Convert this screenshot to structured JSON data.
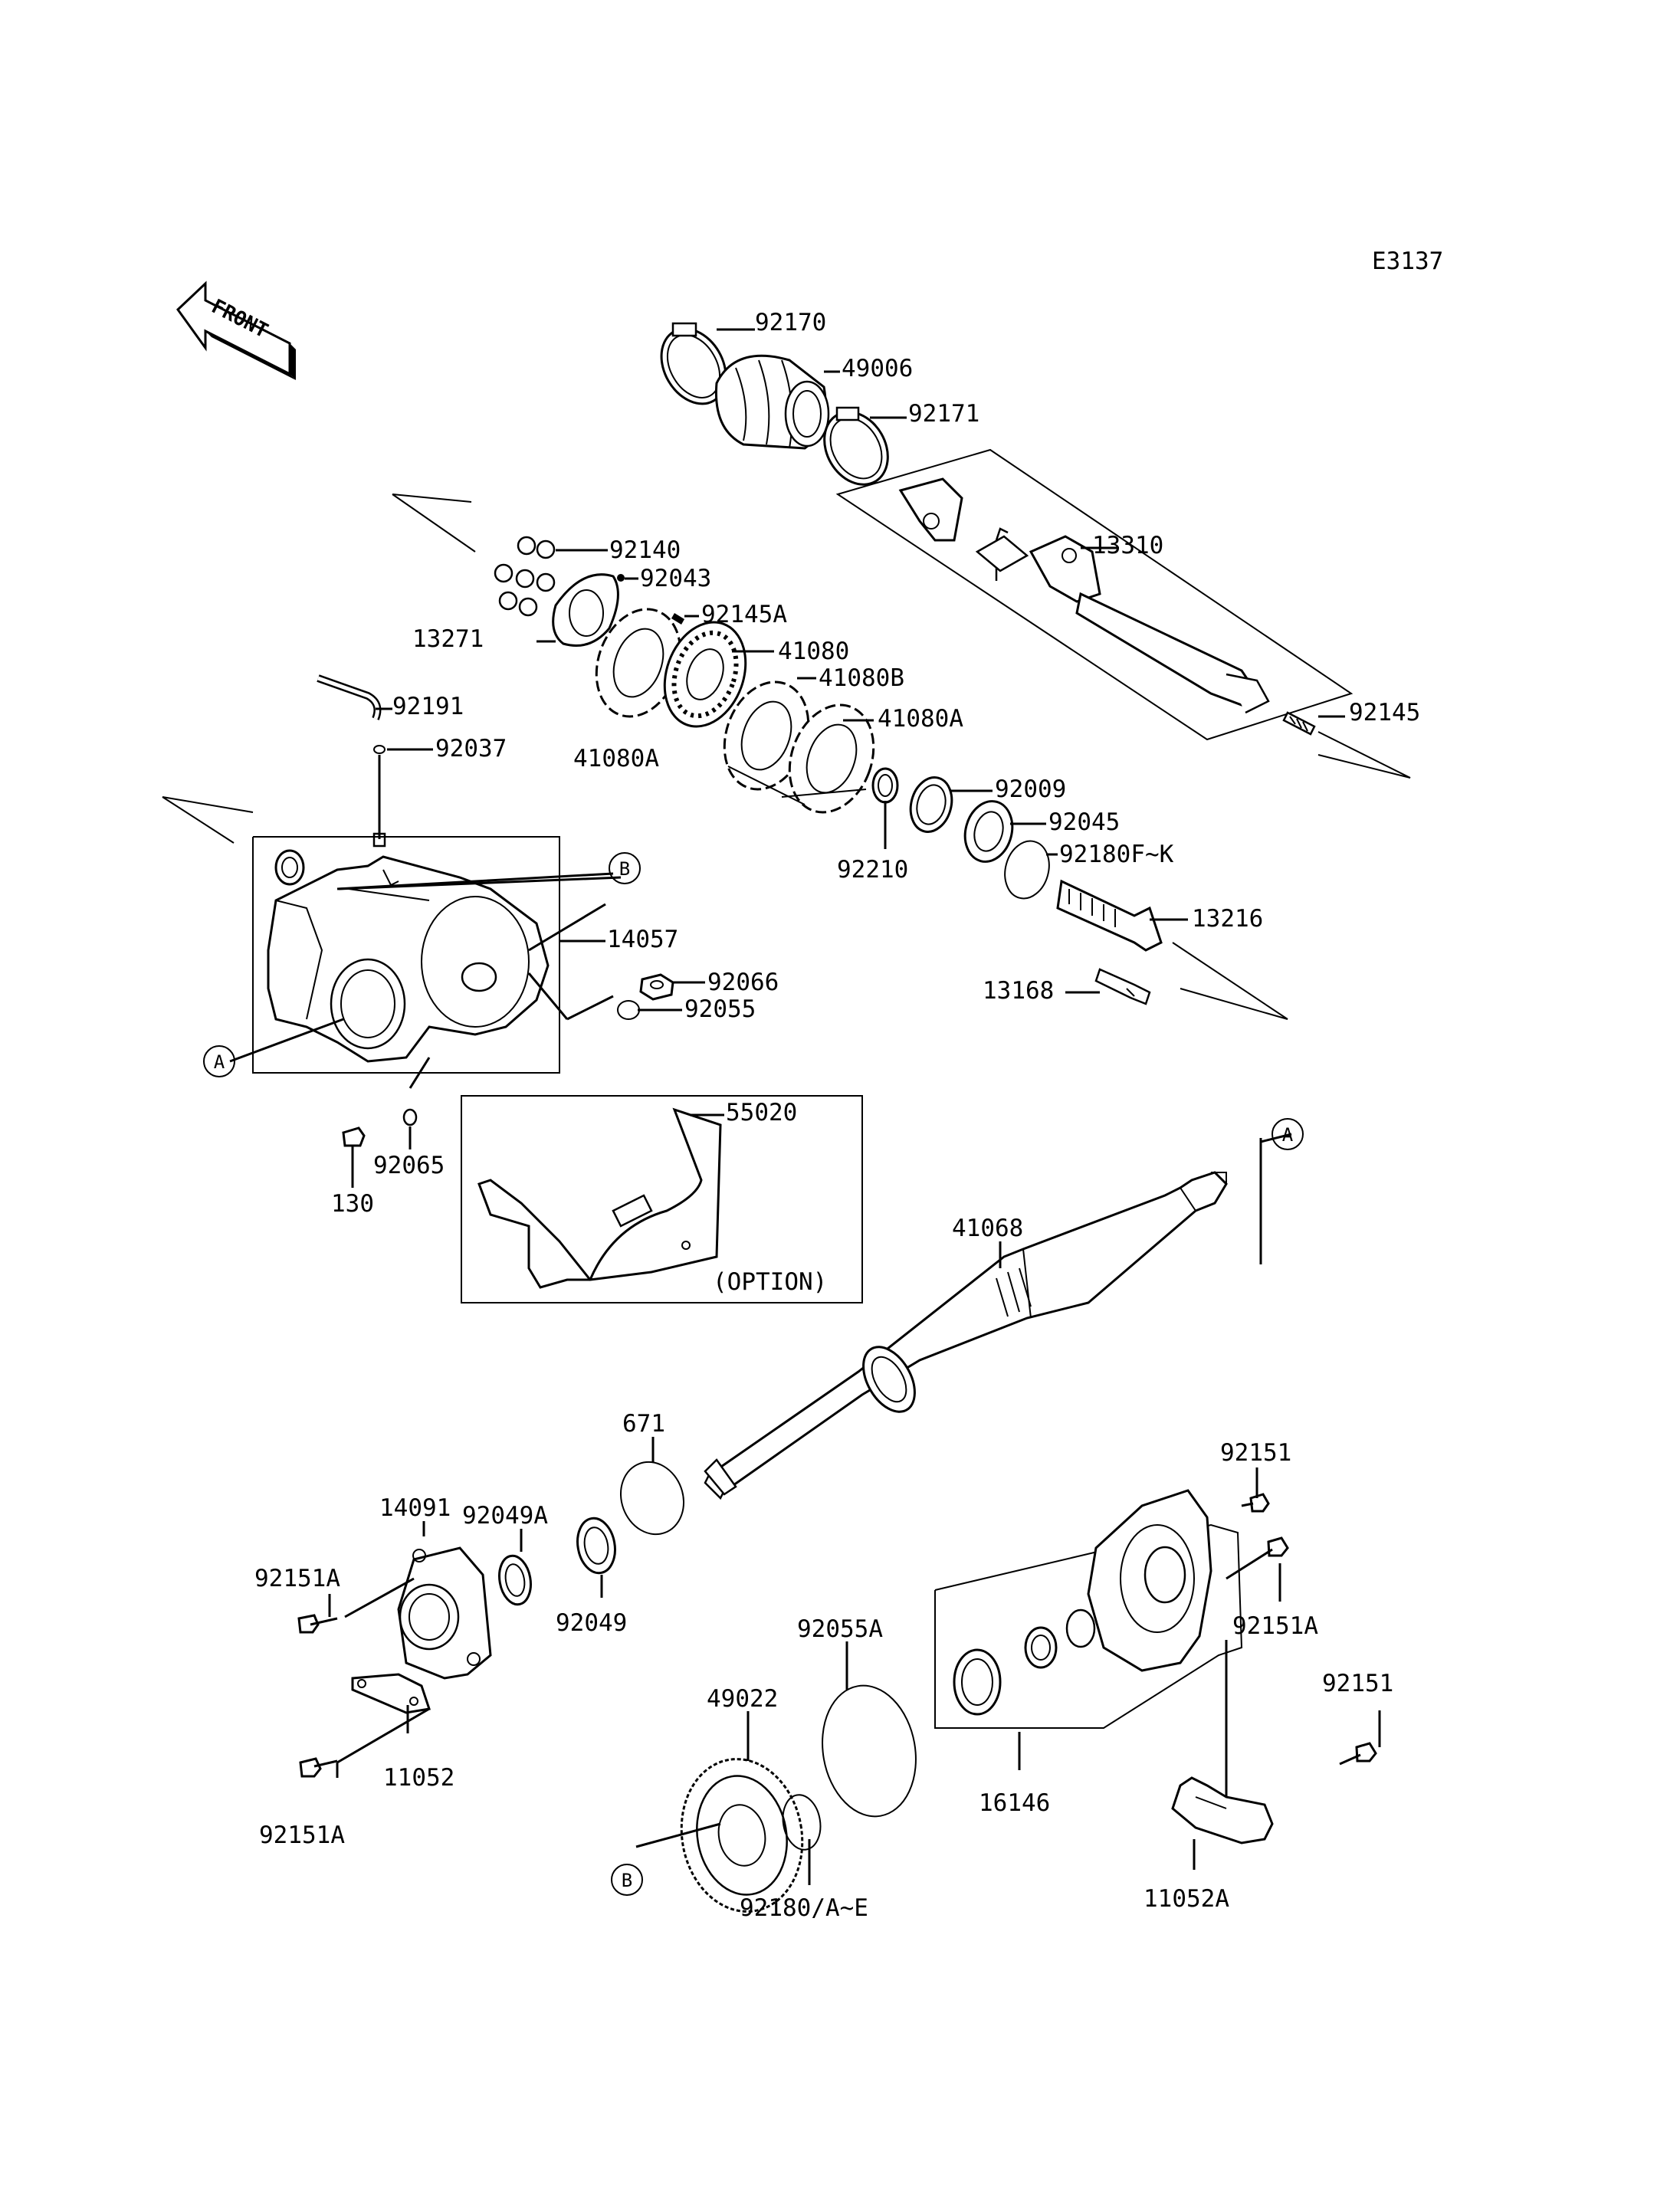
{
  "diagram_id": "E3137",
  "front_label": "FRONT",
  "option_label": "(OPTION)",
  "refs": {
    "a": "A",
    "b": "B"
  },
  "parts": {
    "p92170": "92170",
    "p49006": "49006",
    "p92171": "92171",
    "p13310": "13310",
    "p92140": "92140",
    "p92043": "92043",
    "p92145A": "92145A",
    "p13271": "13271",
    "p41080": "41080",
    "p41080B": "41080B",
    "p41080A_r": "41080A",
    "p41080A_l": "41080A",
    "p92145": "92145",
    "p92191": "92191",
    "p92037": "92037",
    "p92009": "92009",
    "p92045": "92045",
    "p92180FK": "92180F~K",
    "p92210": "92210",
    "p13216": "13216",
    "p14057": "14057",
    "p92066": "92066",
    "p92055": "92055",
    "p13168": "13168",
    "p55020": "55020",
    "p92065": "92065",
    "p130": "130",
    "p41068": "41068",
    "p671": "671",
    "p14091": "14091",
    "p92049A": "92049A",
    "p92151A_1": "92151A",
    "p92049": "92049",
    "p92151_1": "92151",
    "p92151A_2": "92151A",
    "p92055A": "92055A",
    "p49022": "49022",
    "p11052": "11052",
    "p92151A_3": "92151A",
    "p16146": "16146",
    "p92151_2": "92151",
    "p92180AE": "92180/A~E",
    "p11052A": "11052A"
  }
}
